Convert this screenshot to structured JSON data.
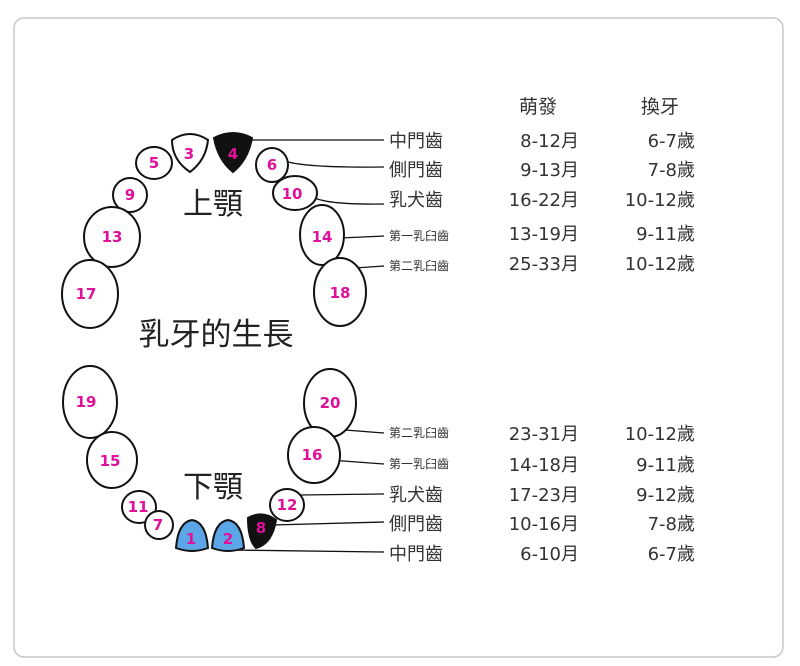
{
  "title": "乳牙的生長",
  "upper_jaw_label": "上顎",
  "lower_jaw_label": "下顎",
  "headers": {
    "eruption": "萌發",
    "replacement": "換牙"
  },
  "colors": {
    "tooth_number": "#e0109a",
    "highlight_black": "#111111",
    "highlight_blue": "#5aa6e6"
  },
  "upper_teeth": [
    "4",
    "3",
    "5",
    "6",
    "9",
    "10",
    "13",
    "14",
    "17",
    "18"
  ],
  "lower_teeth": [
    "19",
    "20",
    "15",
    "16",
    "11",
    "12",
    "7",
    "8",
    "1",
    "2"
  ],
  "upper_table": [
    {
      "tooth": "中門齒",
      "eruption": "8-12月",
      "replacement": "6-7歲"
    },
    {
      "tooth": "側門齒",
      "eruption": "9-13月",
      "replacement": "7-8歲"
    },
    {
      "tooth": "乳犬齒",
      "eruption": "16-22月",
      "replacement": "10-12歲"
    },
    {
      "tooth": "第一乳臼齒",
      "eruption": "13-19月",
      "replacement": "9-11歲"
    },
    {
      "tooth": "第二乳臼齒",
      "eruption": "25-33月",
      "replacement": "10-12歲"
    }
  ],
  "lower_table": [
    {
      "tooth": "第二乳臼齒",
      "eruption": "23-31月",
      "replacement": "10-12歲"
    },
    {
      "tooth": "第一乳臼齒",
      "eruption": "14-18月",
      "replacement": "9-11歲"
    },
    {
      "tooth": "乳犬齒",
      "eruption": "17-23月",
      "replacement": "9-12歲"
    },
    {
      "tooth": "側門齒",
      "eruption": "10-16月",
      "replacement": "7-8歲"
    },
    {
      "tooth": "中門齒",
      "eruption": "6-10月",
      "replacement": "6-7歲"
    }
  ]
}
